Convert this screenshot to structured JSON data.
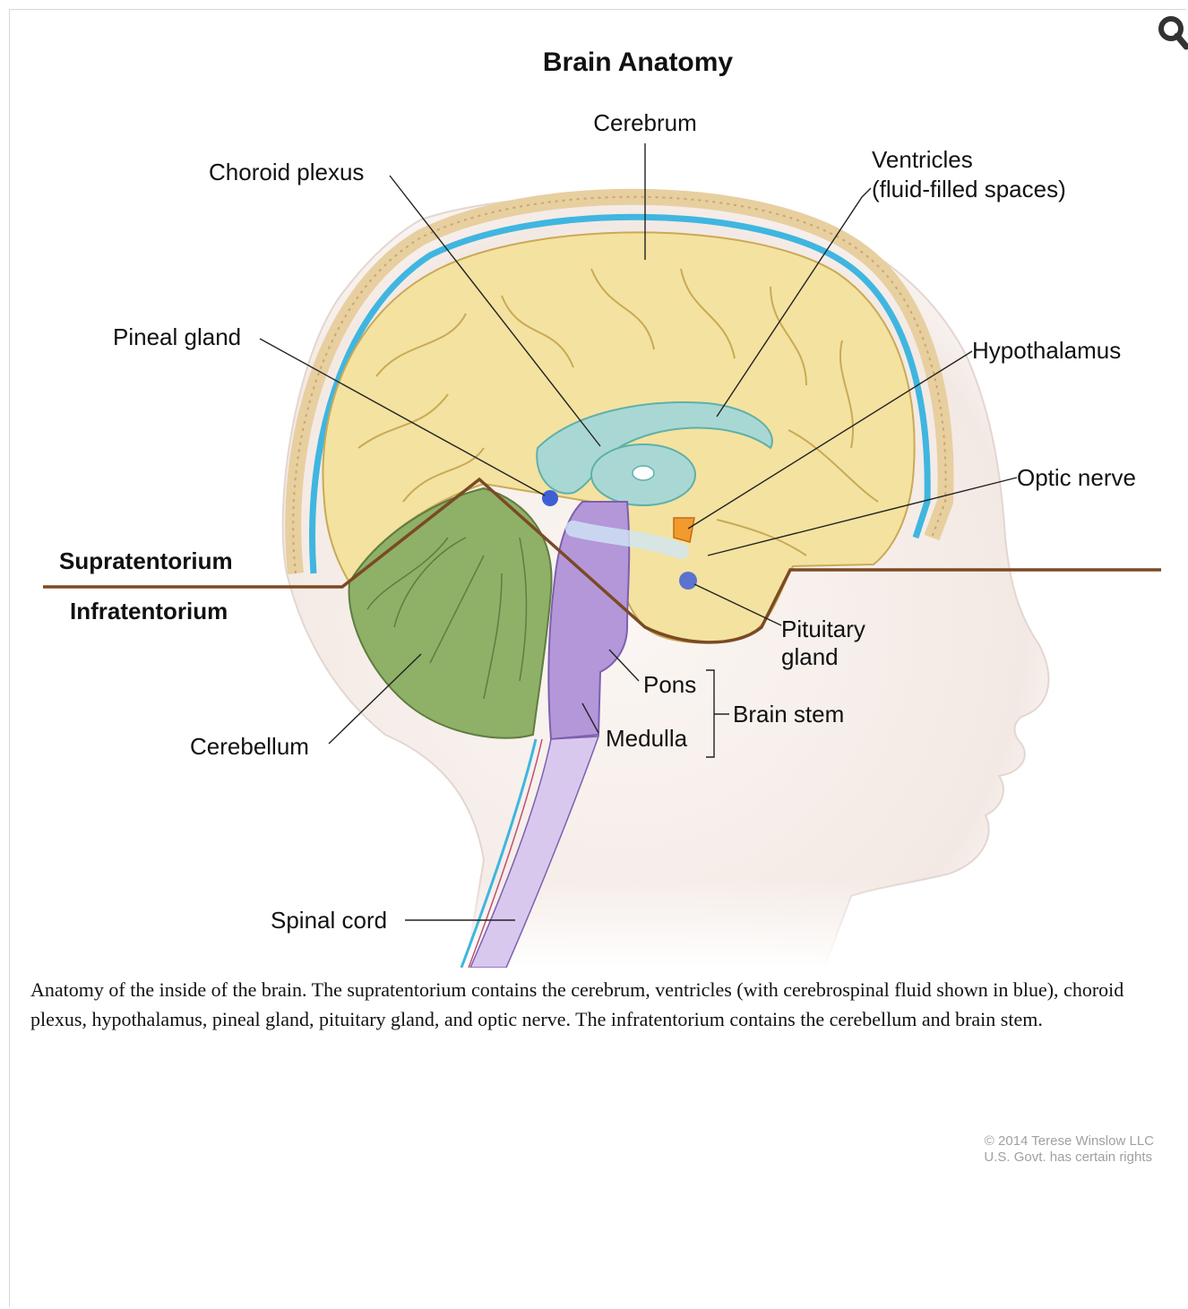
{
  "title": "Brain Anatomy",
  "labels": {
    "cerebrum": "Cerebrum",
    "choroid_plexus": "Choroid plexus",
    "ventricles_line1": "Ventricles",
    "ventricles_line2": "(fluid-filled spaces)",
    "pineal_gland": "Pineal gland",
    "hypothalamus": "Hypothalamus",
    "optic_nerve": "Optic nerve",
    "supratentorium": "Supratentorium",
    "infratentorium": "Infratentorium",
    "pituitary_line1": "Pituitary",
    "pituitary_line2": "gland",
    "pons": "Pons",
    "medulla": "Medulla",
    "brain_stem": "Brain stem",
    "cerebellum": "Cerebellum",
    "spinal_cord": "Spinal cord"
  },
  "credit": {
    "line1": "© 2014 Terese Winslow LLC",
    "line2": "U.S. Govt. has certain rights"
  },
  "caption": "Anatomy of the inside of the brain. The supratentorium contains the cerebrum, ventricles (with cerebrospinal fluid shown in blue), choroid plexus, hypothalamus, pineal gland, pituitary gland, and optic nerve. The infratentorium contains the cerebellum and brain stem.",
  "icons": {
    "zoom": "magnifier-icon"
  },
  "colors": {
    "cerebrum": "#f4e2a0",
    "ventricle": "#a9d8d4",
    "csf": "#3fb6e0",
    "cerebellum": "#8fb067",
    "brainstem": "#b497d9",
    "spinal_cord": "#d8c8ee",
    "tentorium": "#7a4a24",
    "skin": "#f6f0ec",
    "hypothalamus": "#f29a2e",
    "gland": "#3f5fd6"
  }
}
